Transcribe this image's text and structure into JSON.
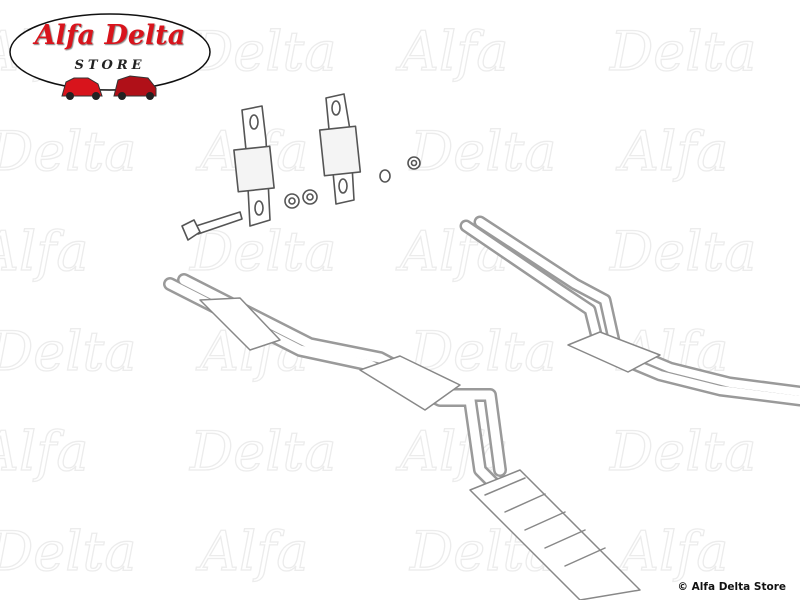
{
  "logo": {
    "title": "Alfa Delta",
    "subtitle": "STORE"
  },
  "watermark": {
    "text": "Alfa Delta"
  },
  "copyright": "© Alfa Delta Store",
  "colors": {
    "brand_red": "#d8141c",
    "line_gray": "#8a8a8a",
    "watermark": "#ececec"
  }
}
